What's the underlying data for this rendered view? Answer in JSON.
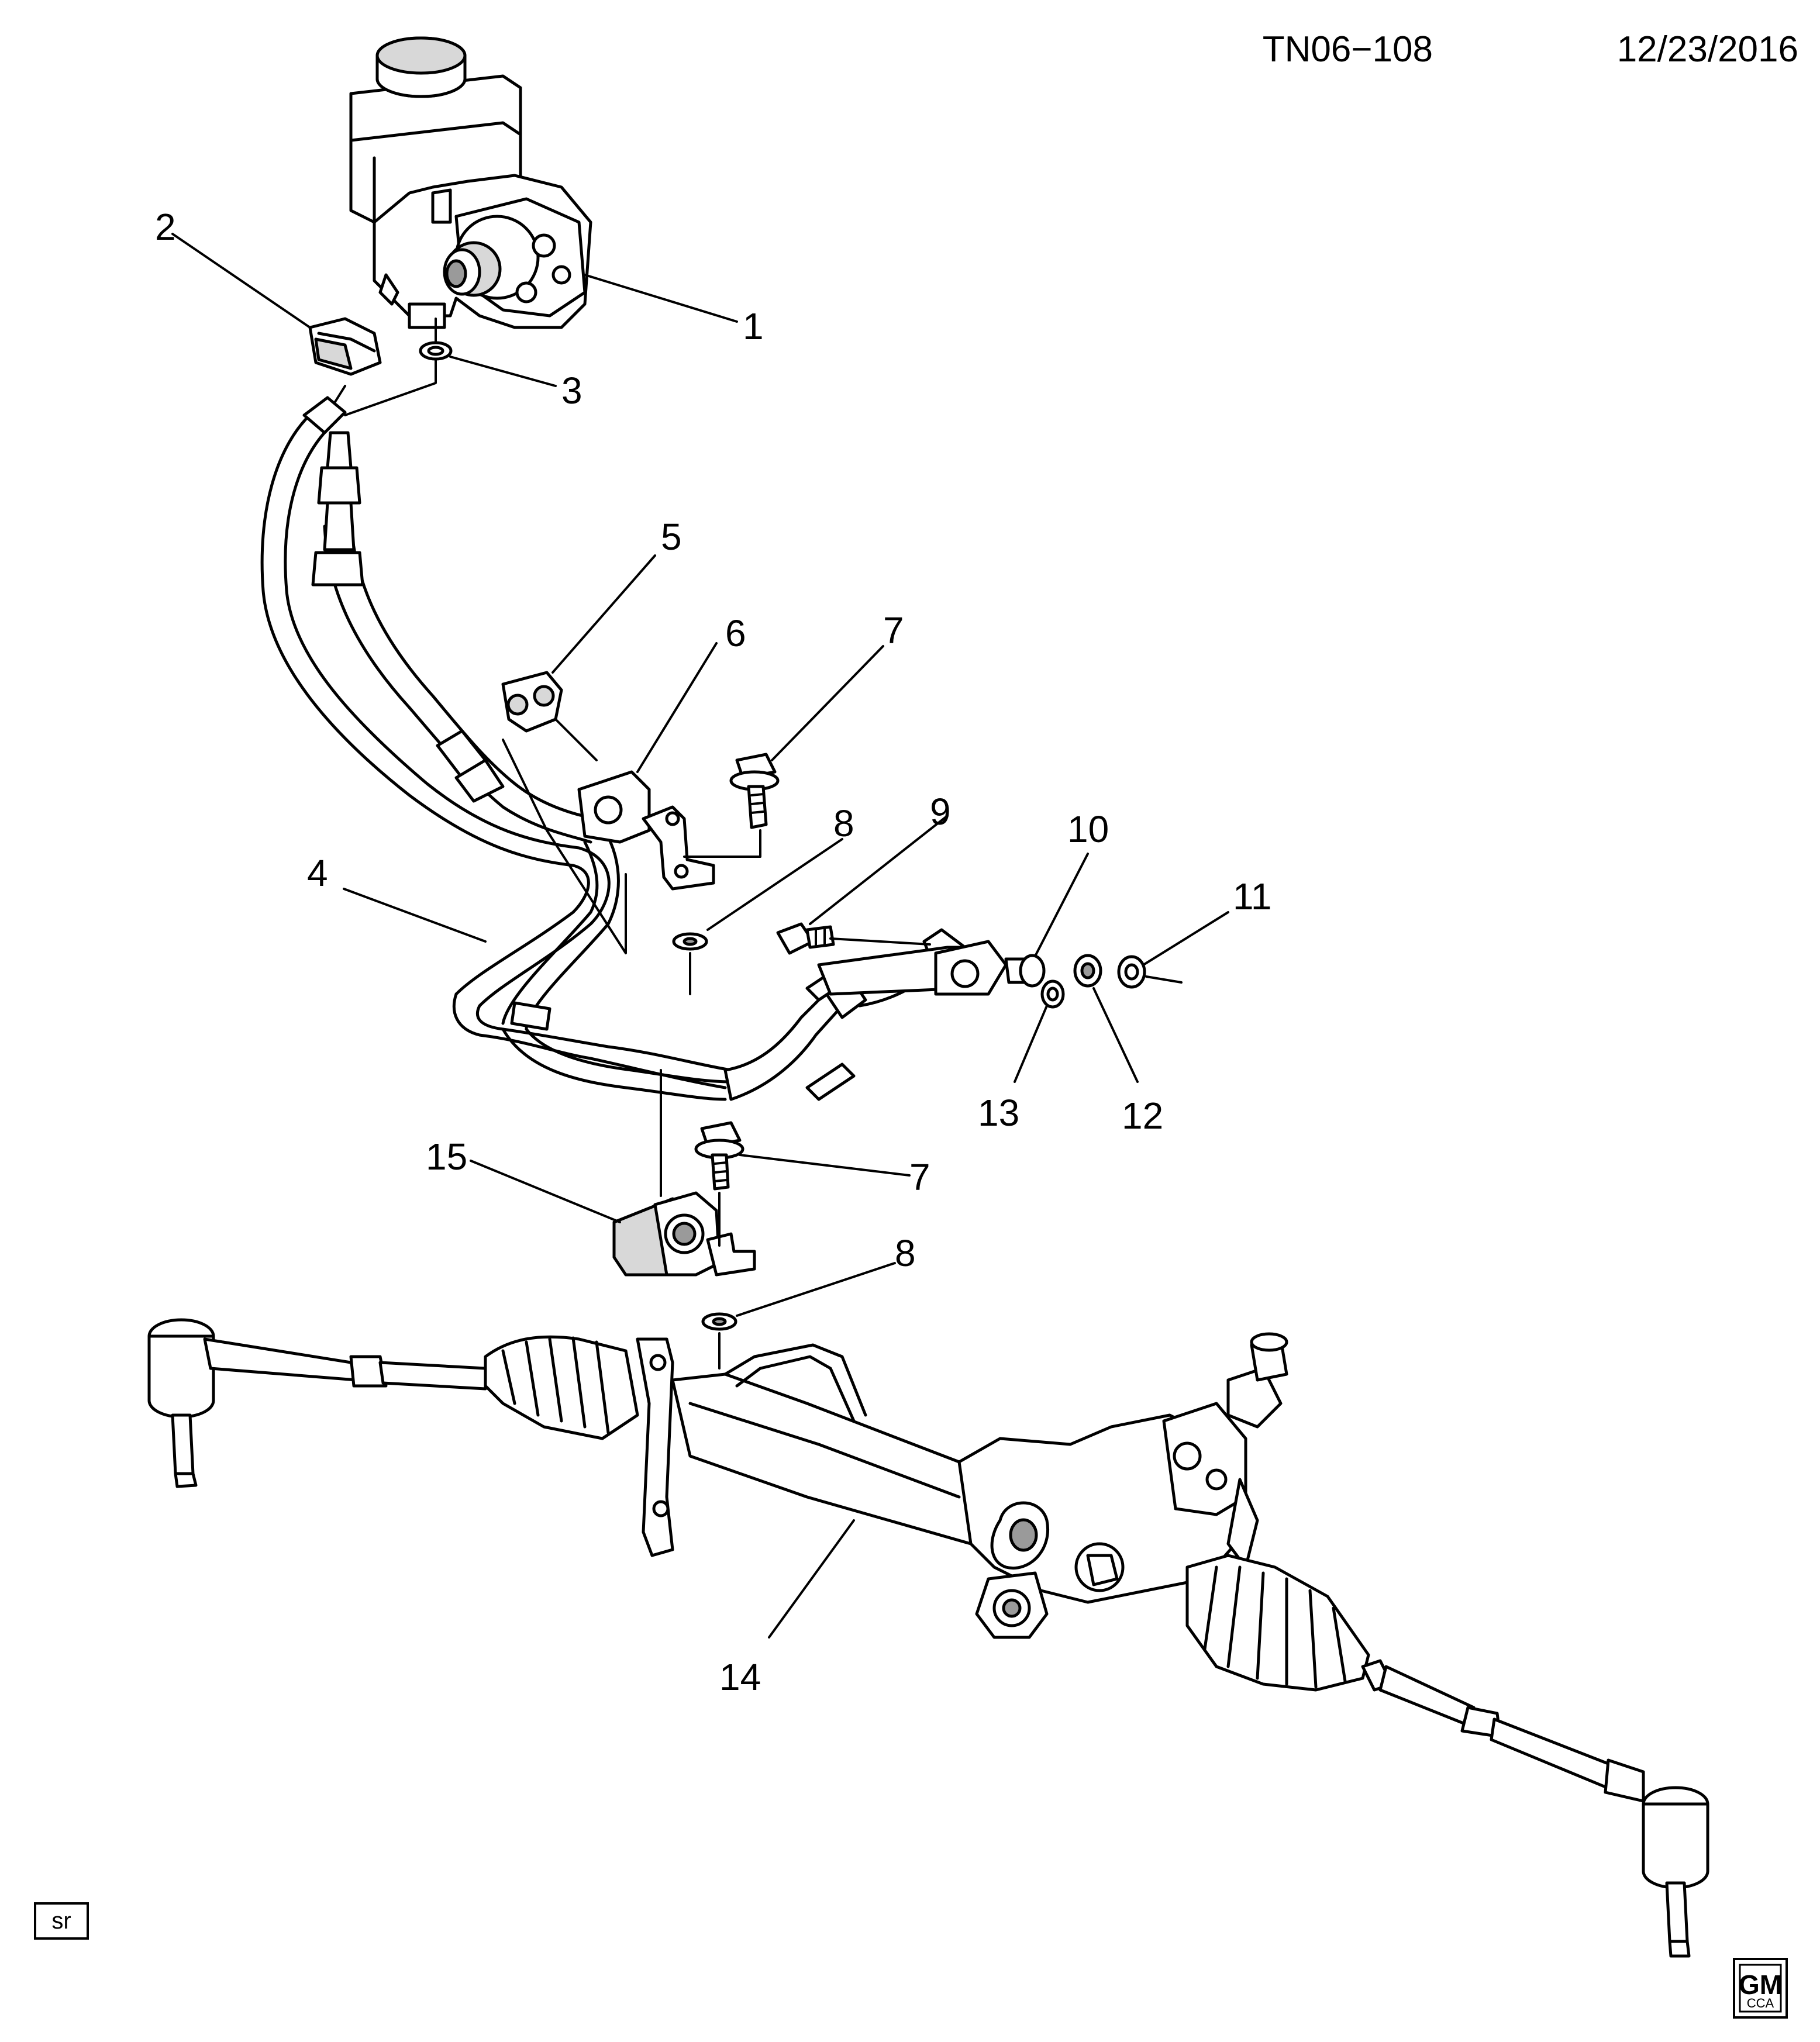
{
  "header": {
    "diagram_id": "TN06−108",
    "date": "12/23/2016"
  },
  "callouts": [
    "1",
    "2",
    "3",
    "4",
    "5",
    "6",
    "7",
    "8",
    "9",
    "10",
    "11",
    "12",
    "13",
    "14",
    "15",
    "7",
    "8"
  ],
  "footer": {
    "initials": "sr",
    "logo_text": "GM",
    "logo_sub": "CCA"
  }
}
